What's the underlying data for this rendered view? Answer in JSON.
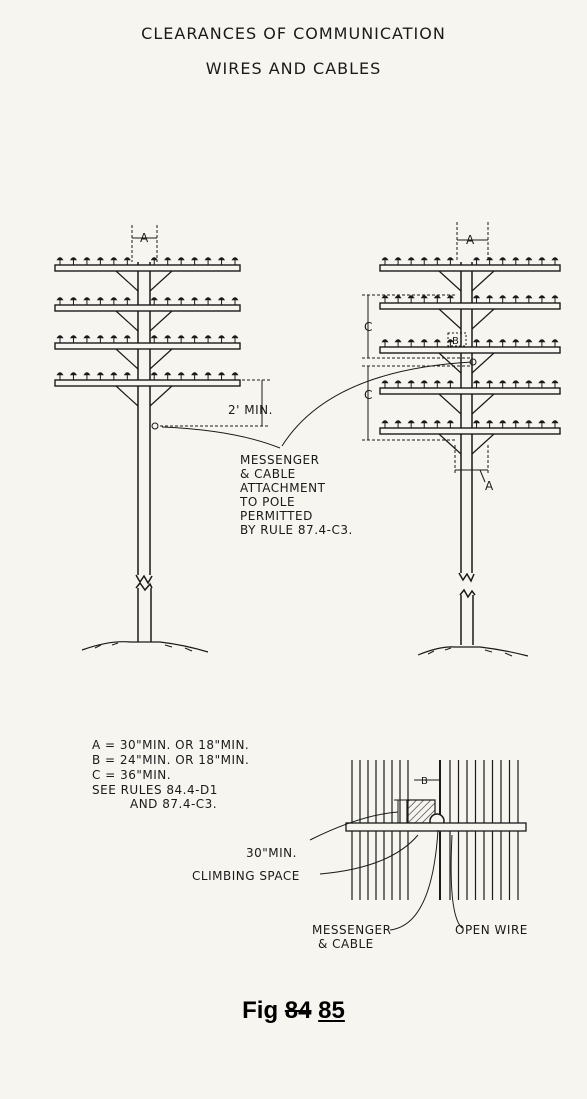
{
  "title": {
    "line1": "CLEARANCES OF COMMUNICATION",
    "line2": "WIRES AND CABLES"
  },
  "labels": {
    "a": "A",
    "b": "B",
    "c": "C",
    "two_min": "2' MIN.",
    "messenger_note": [
      "MESSENGER",
      "& CABLE",
      "ATTACHMENT",
      "TO POLE",
      "PERMITTED",
      "BY RULE 87.4-C3."
    ],
    "thirty_min": "30\"MIN.",
    "climbing_space": "CLIMBING SPACE",
    "messenger_cable": [
      "MESSENGER",
      "& CABLE"
    ],
    "open_wire": "OPEN WIRE"
  },
  "legend": [
    "A = 30\"MIN. OR 18\"MIN.",
    "B = 24\"MIN. OR 18\"MIN.",
    "C = 36\"MIN.",
    "SEE RULES 84.4-D1",
    "AND 87.4-C3."
  ],
  "caption": {
    "prefix": "Fig",
    "old": "84",
    "new": "85"
  }
}
